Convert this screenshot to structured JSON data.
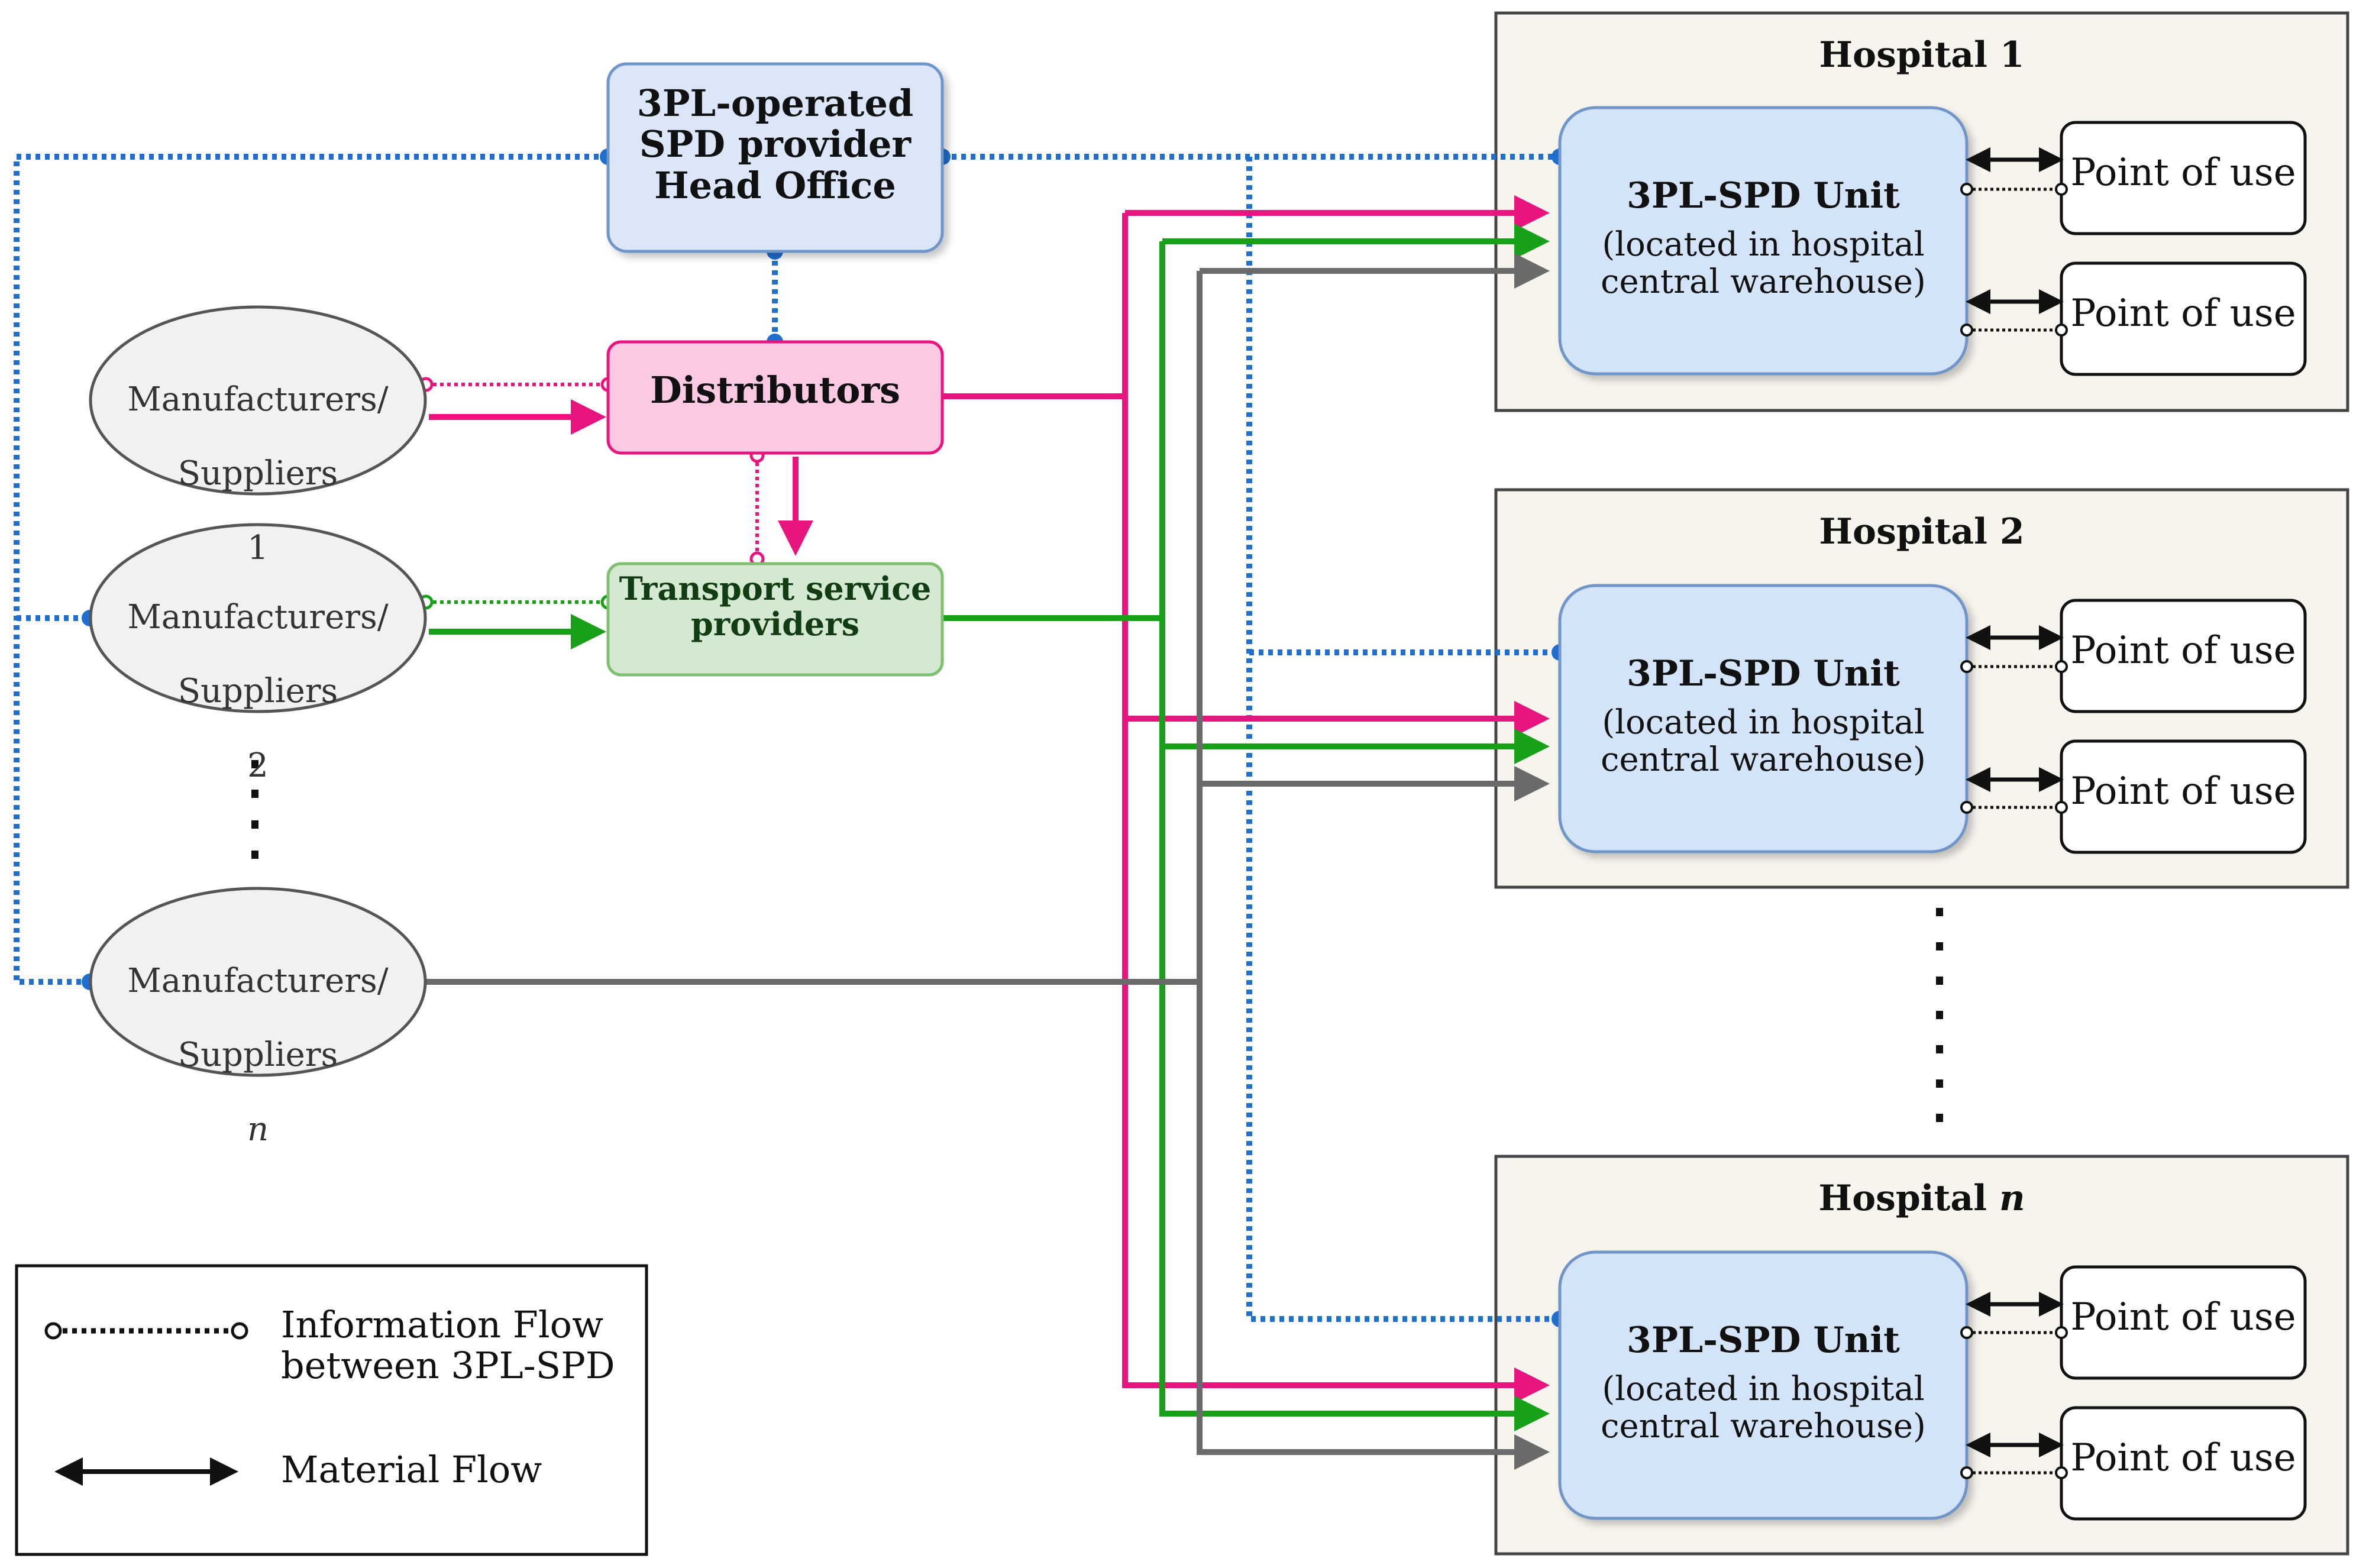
{
  "head_office": {
    "label": "3PL-operated\nSPD provider\nHead Office",
    "color": "#dbe7f8"
  },
  "distributors": {
    "label": "Distributors",
    "color": "#fbc9e4"
  },
  "transport": {
    "label": "Transport service\nproviders",
    "color": "#d5e9d2"
  },
  "manufacturers": [
    {
      "line1": "Manufacturers/",
      "line2": "Suppliers",
      "index": "1"
    },
    {
      "line1": "Manufacturers/",
      "line2": "Suppliers",
      "index": "2"
    },
    {
      "line1": "Manufacturers/",
      "line2": "Suppliers",
      "index": "n"
    }
  ],
  "hospitals": [
    {
      "title": "Hospital 1"
    },
    {
      "title": "Hospital 2"
    },
    {
      "title": "Hospital n"
    }
  ],
  "unit": {
    "title": "3PL-SPD Unit",
    "subtitle": "(located in hospital\ncentral warehouse)"
  },
  "point_of_use": "Point of use",
  "legend": {
    "info_flow": "Information Flow\nbetween 3PL-SPD",
    "material_flow": "Material Flow"
  },
  "colors": {
    "info": "#1f6fd1",
    "distributor_flow": "#e8157f",
    "transport_flow": "#19a019",
    "manufacturer_n_flow": "#6b6b6b",
    "hospital_bg": "#f6f4ec",
    "unit_bg": "#d4e4f8"
  }
}
